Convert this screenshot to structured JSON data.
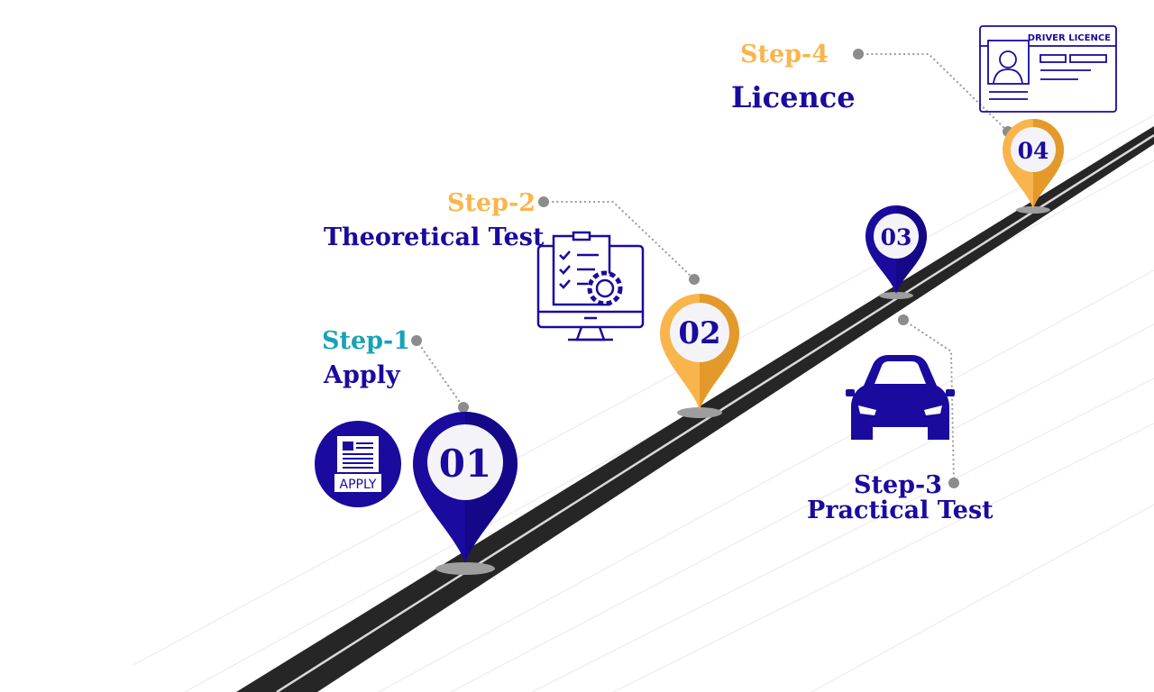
{
  "colors": {
    "navy": "#1a0a9e",
    "orange": "#f9b54c",
    "orange_dark": "#e39a2b",
    "teal": "#17a2b8",
    "road": "#262626",
    "road_line": "#d9d9d9",
    "dot": "#8c8c8c",
    "shadow": "#9e9e9e",
    "pin_face": "#f4f4f8"
  },
  "steps": [
    {
      "step": "Step-1",
      "title": "Apply",
      "number": "01",
      "step_color": "#17a2b8",
      "pin_color": "#1a0a9e",
      "icon": "apply-form-icon",
      "icon_text": "APPLY"
    },
    {
      "step": "Step-2",
      "title": "Theoretical Test",
      "number": "02",
      "step_color": "#f9b54c",
      "pin_color": "#f9b54c",
      "icon": "monitor-checklist-gear-icon"
    },
    {
      "step": "Step-3",
      "title": "Practical Test",
      "number": "03",
      "step_color": "#1a0a9e",
      "pin_color": "#1a0a9e",
      "icon": "car-icon"
    },
    {
      "step": "Step-4",
      "title": "Licence",
      "number": "04",
      "step_color": "#f9b54c",
      "pin_color": "#f9b54c",
      "icon": "driver-licence-card-icon",
      "icon_text": "DRIVER LICENCE"
    }
  ]
}
